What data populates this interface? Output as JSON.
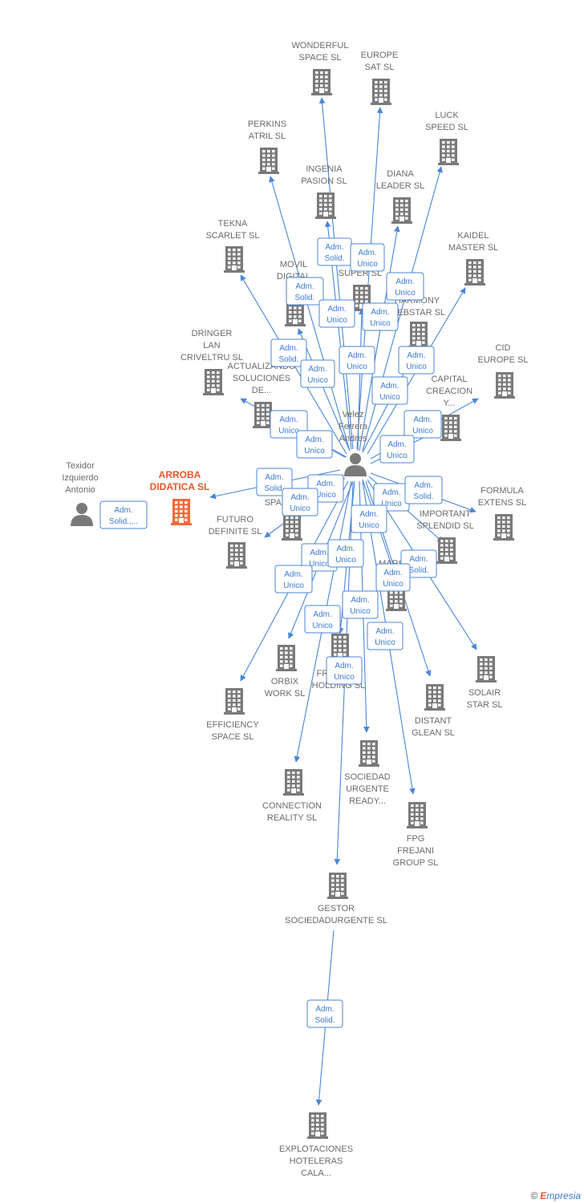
{
  "colors": {
    "edge": "#4a86d8",
    "building": "#7a7a7a",
    "highlight": "#f06a3a",
    "person": "#7a7a7a",
    "tag": "#3d7bd4"
  },
  "footer": {
    "copyright": "©",
    "brand_first": "E",
    "brand_rest": "mpresia"
  },
  "persons": [
    {
      "id": "center",
      "lines": [
        "Velez",
        "Ferrera",
        "Andres"
      ]
    },
    {
      "id": "texidor",
      "lines": [
        "Texidor",
        "Izquierdo",
        "Antonio"
      ]
    }
  ],
  "companies": [
    {
      "id": "wonderful",
      "lines": [
        "WONDERFUL",
        "SPACE  SL"
      ]
    },
    {
      "id": "europesat",
      "lines": [
        "EUROPE",
        "SAT  SL"
      ]
    },
    {
      "id": "luckspeed",
      "lines": [
        "LUCK",
        "SPEED  SL"
      ]
    },
    {
      "id": "perkins",
      "lines": [
        "PERKINS",
        "ATRIL  SL"
      ]
    },
    {
      "id": "ingenia",
      "lines": [
        "INGENIA",
        "PASION  SL"
      ]
    },
    {
      "id": "diana",
      "lines": [
        "DIANA",
        "LEADER  SL"
      ]
    },
    {
      "id": "tekna",
      "lines": [
        "TEKNA",
        "SCARLET  SL"
      ]
    },
    {
      "id": "kaidel",
      "lines": [
        "KAIDEL",
        "MASTER  SL"
      ]
    },
    {
      "id": "movil",
      "lines": [
        "MOVIL",
        "DIGITAL",
        "LI..."
      ]
    },
    {
      "id": "super",
      "lines": [
        "SUPER  SL"
      ]
    },
    {
      "id": "harmony",
      "lines": [
        "HARMONY",
        "WEBSTAR SL"
      ]
    },
    {
      "id": "dringer",
      "lines": [
        "DRINGER",
        "LAN",
        "CRIVELTRU SL"
      ]
    },
    {
      "id": "actualizando",
      "lines": [
        "ACTUALIZANDO",
        "SOLUCIONES",
        "DE..."
      ]
    },
    {
      "id": "cideurope",
      "lines": [
        "CID",
        "EUROPE  SL"
      ]
    },
    {
      "id": "capital",
      "lines": [
        "CAPITAL",
        "CREACION",
        "Y..."
      ]
    },
    {
      "id": "arroba",
      "lines": [
        "ARROBA",
        "DIDATICA  SL"
      ]
    },
    {
      "id": "spa",
      "lines": [
        "SPA..."
      ]
    },
    {
      "id": "futuro",
      "lines": [
        "FUTURO",
        "DEFINITE  SL"
      ]
    },
    {
      "id": "formula",
      "lines": [
        "FORMULA",
        "EXTENS  SL"
      ]
    },
    {
      "id": "importante",
      "lines": [
        "IMPORTANT",
        "SPLENDID  SL"
      ]
    },
    {
      "id": "mars",
      "lines": [
        "MARS",
        "AI..."
      ]
    },
    {
      "id": "orbix",
      "lines": [
        "ORBIX",
        "WORK  SL"
      ]
    },
    {
      "id": "freedom",
      "lines": [
        "FREEDOM",
        "HOLDING  SL"
      ]
    },
    {
      "id": "solair",
      "lines": [
        "SOLAIR",
        "STAR  SL"
      ]
    },
    {
      "id": "efficiency",
      "lines": [
        "EFFICIENCY",
        "SPACE SL"
      ]
    },
    {
      "id": "distant",
      "lines": [
        "DISTANT",
        "GLEAN  SL"
      ]
    },
    {
      "id": "sociedad",
      "lines": [
        "SOCIEDAD",
        "URGENTE",
        "READY..."
      ]
    },
    {
      "id": "connection",
      "lines": [
        "CONNECTION",
        "REALITY  SL"
      ]
    },
    {
      "id": "fpg",
      "lines": [
        "FPG",
        "FREJANI",
        "GROUP  SL"
      ]
    },
    {
      "id": "gestor",
      "lines": [
        "GESTOR",
        "SOCIEDADURGENTE SL"
      ]
    },
    {
      "id": "explotaciones",
      "lines": [
        "EXPLOTACIONES",
        "HOTELERAS",
        "CALA..."
      ]
    }
  ],
  "tags": [
    {
      "id": "t1",
      "lines": [
        "Adm.",
        "Solid."
      ]
    },
    {
      "id": "t2",
      "lines": [
        "Adm.",
        "Unico"
      ]
    },
    {
      "id": "t3",
      "lines": [
        "Adm.",
        "Solid."
      ]
    },
    {
      "id": "t4",
      "lines": [
        "Adm.",
        "Unico"
      ]
    },
    {
      "id": "t5",
      "lines": [
        "Adm.",
        "Unico"
      ]
    },
    {
      "id": "t6",
      "lines": [
        "Adm.",
        "Unico"
      ]
    },
    {
      "id": "t7",
      "lines": [
        "Adm.",
        "Solid."
      ]
    },
    {
      "id": "t8",
      "lines": [
        "Adm.",
        "Unico"
      ]
    },
    {
      "id": "t9",
      "lines": [
        "Adm.",
        "Unico"
      ]
    },
    {
      "id": "t10",
      "lines": [
        "Adm.",
        "Unico"
      ]
    },
    {
      "id": "t11",
      "lines": [
        "Adm.",
        "Unico"
      ]
    },
    {
      "id": "t12",
      "lines": [
        "Adm.",
        "Unico"
      ]
    },
    {
      "id": "t13",
      "lines": [
        "Adm.",
        "Unico"
      ]
    },
    {
      "id": "t14",
      "lines": [
        "Adm.",
        "Unico"
      ]
    },
    {
      "id": "t15",
      "lines": [
        "Adm.",
        "Solid."
      ]
    },
    {
      "id": "t16",
      "lines": [
        "Adm.",
        "Unico"
      ]
    },
    {
      "id": "t17",
      "lines": [
        "Adm.",
        "Unico"
      ]
    },
    {
      "id": "t18",
      "lines": [
        "Adm.",
        "Unico"
      ]
    },
    {
      "id": "t19",
      "lines": [
        "Adm.",
        "Unico"
      ]
    },
    {
      "id": "t20",
      "lines": [
        "Adm.",
        "Solid."
      ]
    },
    {
      "id": "t21",
      "lines": [
        "Adm.",
        "Unico"
      ]
    },
    {
      "id": "t22",
      "lines": [
        "Adm.",
        "Unico"
      ]
    },
    {
      "id": "t23",
      "lines": [
        "Adm.",
        "Unico"
      ]
    },
    {
      "id": "t24",
      "lines": [
        "Adm.",
        "Solid."
      ]
    },
    {
      "id": "t25",
      "lines": [
        "Adm.",
        "Unico"
      ]
    },
    {
      "id": "t26",
      "lines": [
        "Adm.",
        "Unico"
      ]
    },
    {
      "id": "t27",
      "lines": [
        "Adm.",
        "Unico"
      ]
    },
    {
      "id": "t28",
      "lines": [
        "Adm.",
        "Unico"
      ]
    },
    {
      "id": "t29",
      "lines": [
        "Adm.",
        "Unico"
      ]
    },
    {
      "id": "t30",
      "lines": [
        "Adm.",
        "Unico"
      ]
    },
    {
      "id": "t31",
      "lines": [
        "Adm.",
        "Solid.,..."
      ]
    },
    {
      "id": "t32",
      "lines": [
        "Adm.",
        "Solid."
      ]
    }
  ]
}
